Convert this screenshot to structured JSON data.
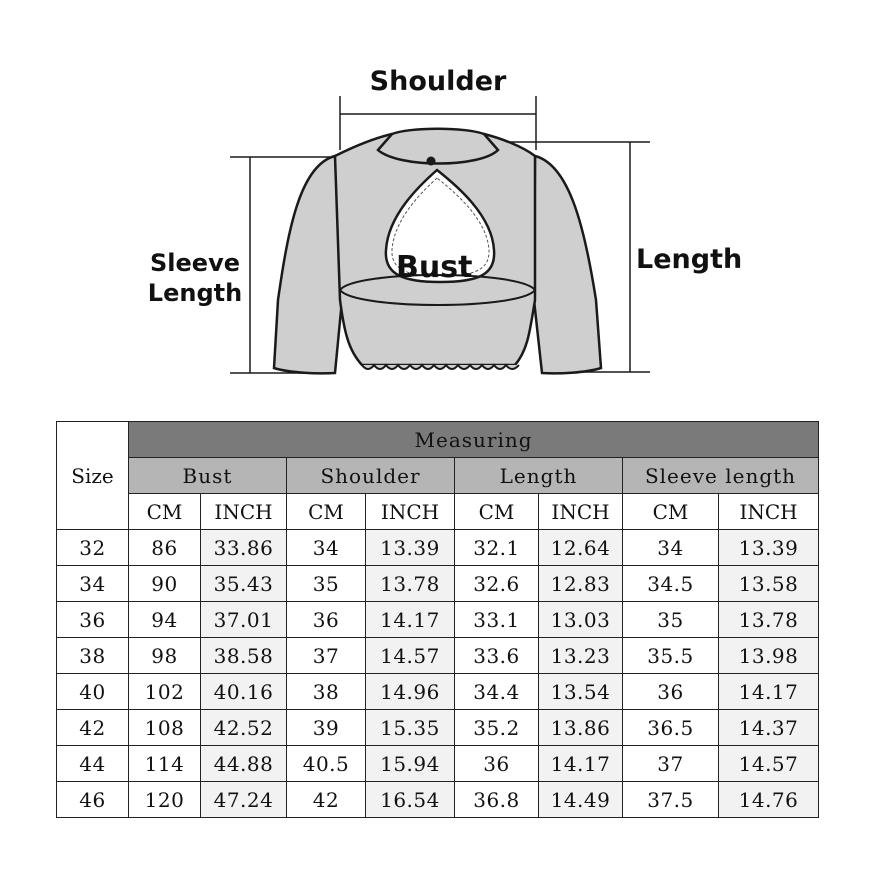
{
  "diagram": {
    "labels": {
      "shoulder": "Shoulder",
      "sleeve_line1": "Sleeve",
      "sleeve_line2": "Length",
      "length": "Length",
      "bust": "Bust"
    },
    "colors": {
      "garment": "#cfcfcf",
      "outline": "#1a1a1a"
    }
  },
  "table": {
    "size_header": "Size",
    "measuring_header": "Measuring",
    "groups": [
      "Bust",
      "Shoulder",
      "Length",
      "Sleeve length"
    ],
    "units": [
      "CM",
      "INCH",
      "CM",
      "INCH",
      "CM",
      "INCH",
      "CM",
      "INCH"
    ],
    "rows": [
      [
        "32",
        "86",
        "33.86",
        "34",
        "13.39",
        "32.1",
        "12.64",
        "34",
        "13.39"
      ],
      [
        "34",
        "90",
        "35.43",
        "35",
        "13.78",
        "32.6",
        "12.83",
        "34.5",
        "13.58"
      ],
      [
        "36",
        "94",
        "37.01",
        "36",
        "14.17",
        "33.1",
        "13.03",
        "35",
        "13.78"
      ],
      [
        "38",
        "98",
        "38.58",
        "37",
        "14.57",
        "33.6",
        "13.23",
        "35.5",
        "13.98"
      ],
      [
        "40",
        "102",
        "40.16",
        "38",
        "14.96",
        "34.4",
        "13.54",
        "36",
        "14.17"
      ],
      [
        "42",
        "108",
        "42.52",
        "39",
        "15.35",
        "35.2",
        "13.86",
        "36.5",
        "14.37"
      ],
      [
        "44",
        "114",
        "44.88",
        "40.5",
        "15.94",
        "36",
        "14.17",
        "37",
        "14.57"
      ],
      [
        "46",
        "120",
        "47.24",
        "42",
        "16.54",
        "36.8",
        "14.49",
        "37.5",
        "14.76"
      ]
    ],
    "colors": {
      "measuring_bg": "#7a7a7a",
      "group_bg": "#b5b5b5",
      "alt_col_bg": "#f2f2f2"
    }
  }
}
